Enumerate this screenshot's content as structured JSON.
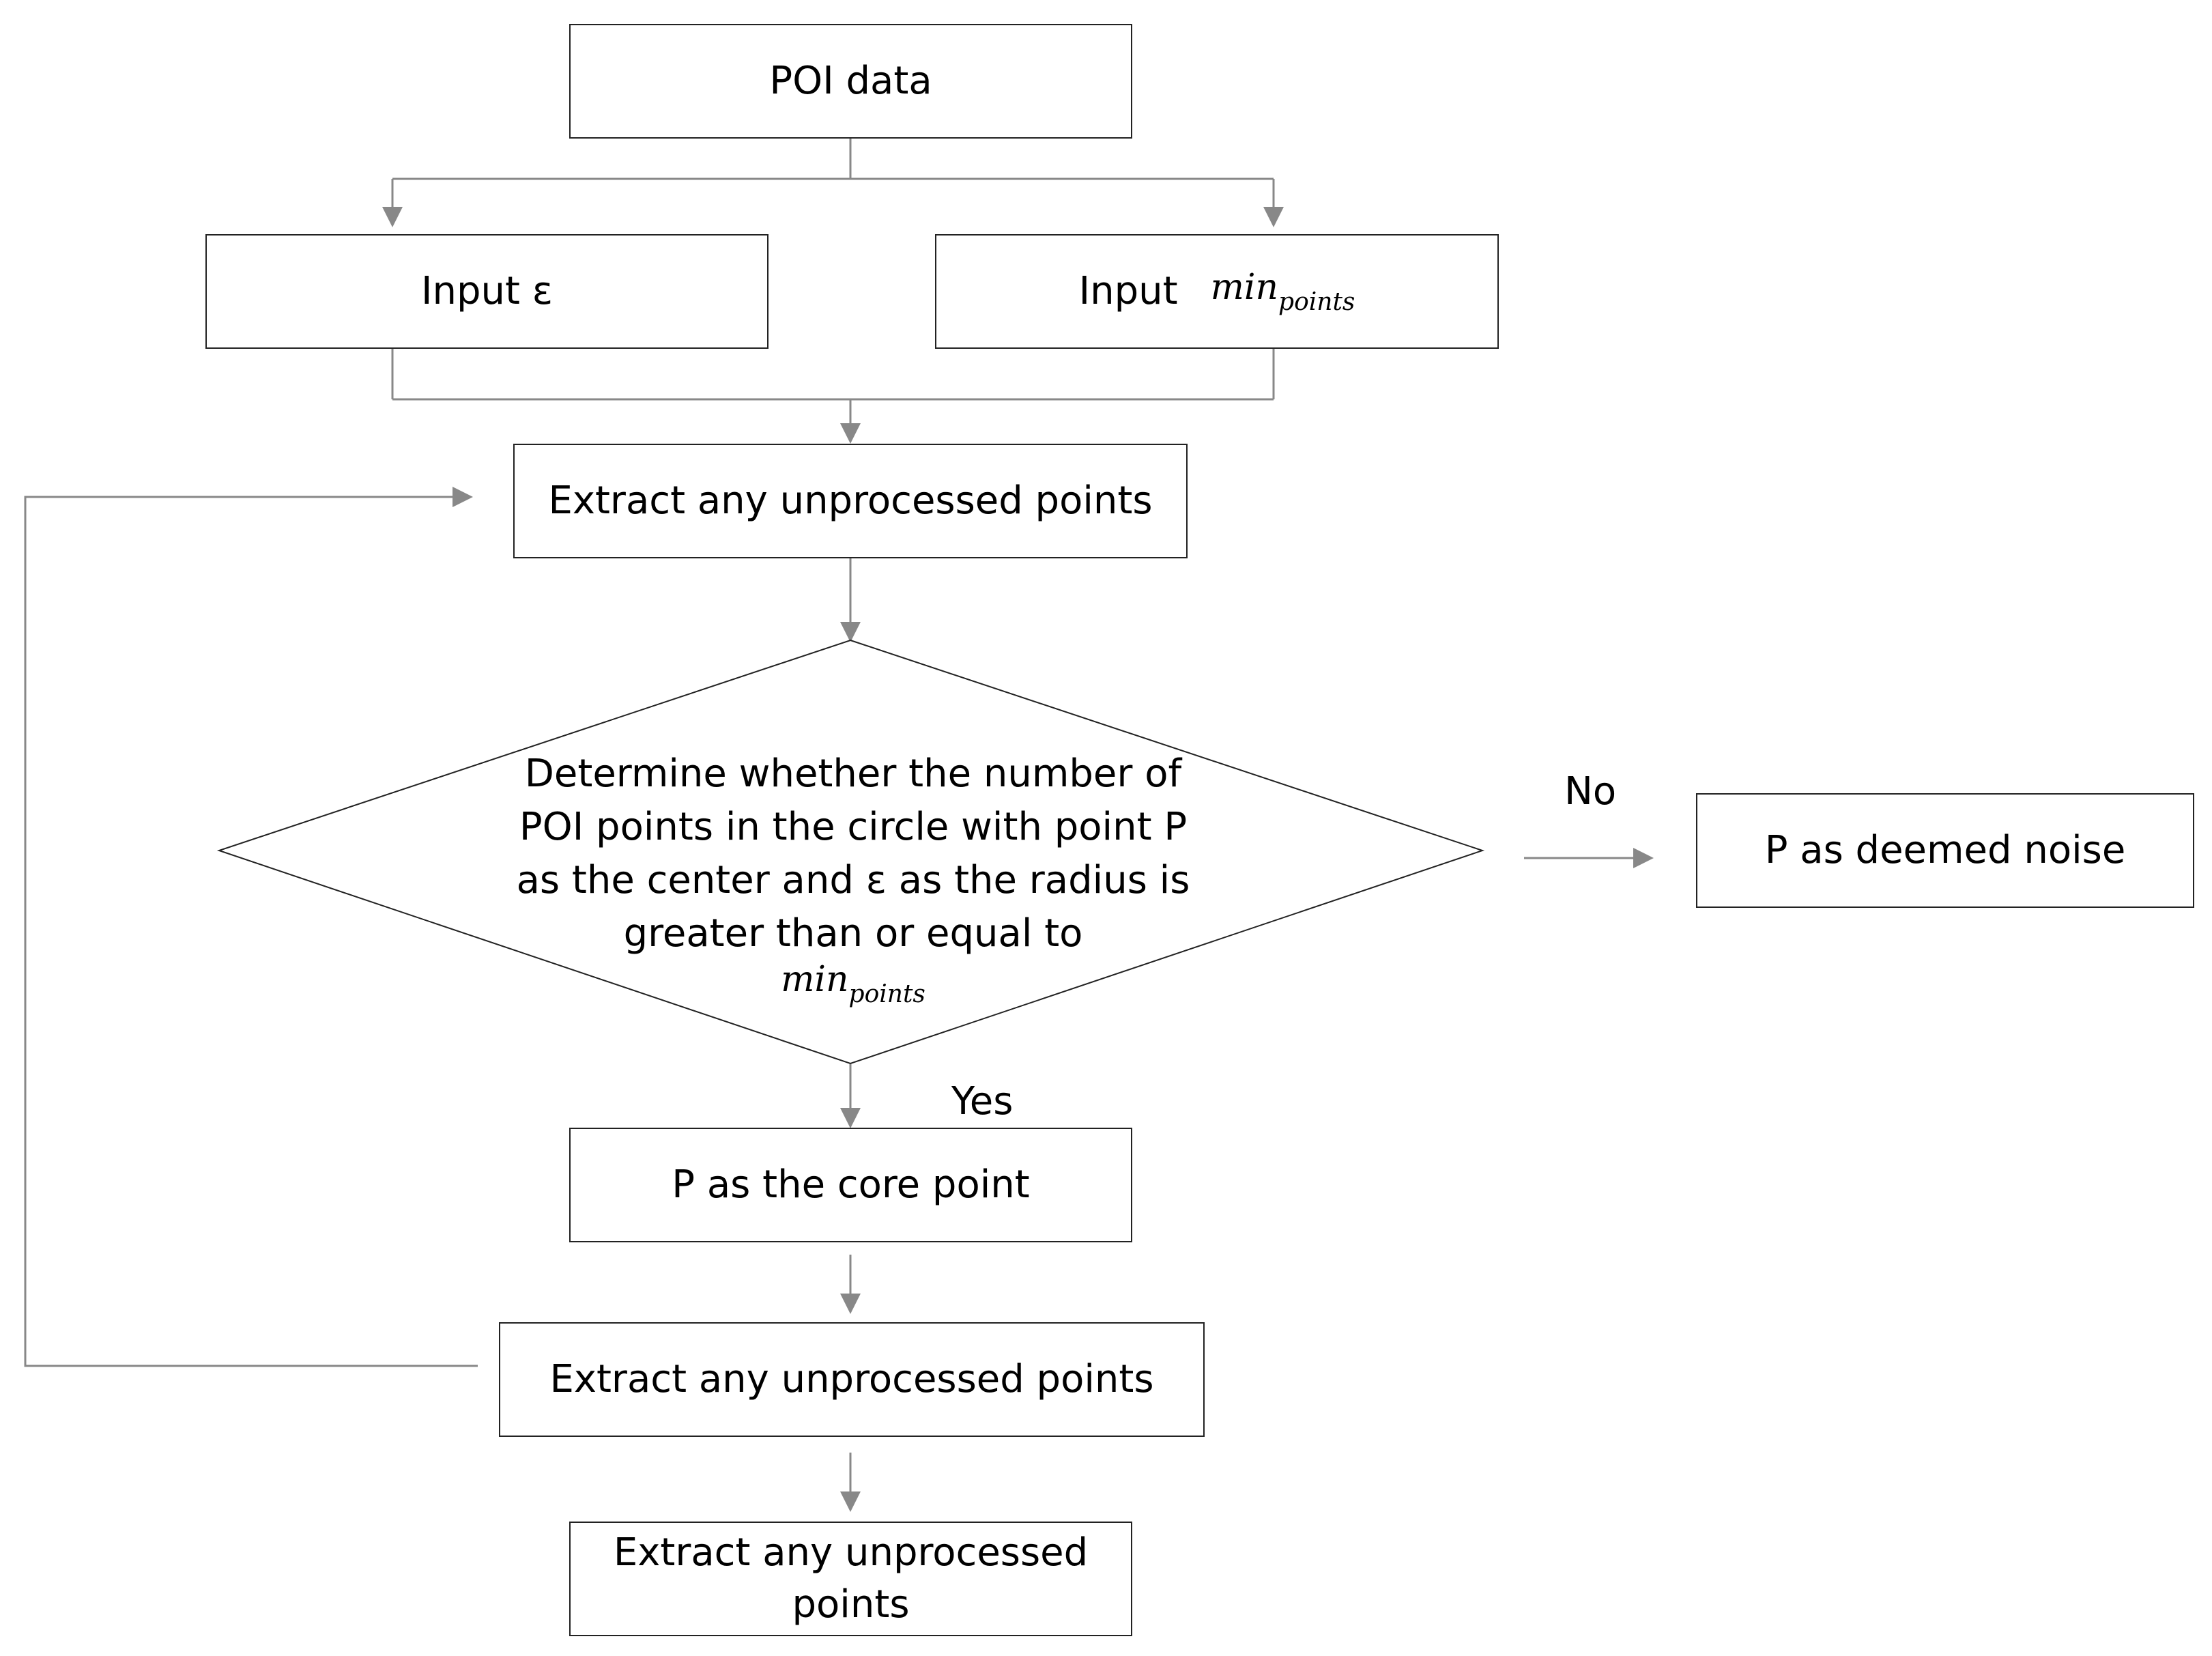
{
  "nodes": {
    "poi_data": "POI data",
    "input_epsilon": "Input ε",
    "input_min_points_prefix": "Input",
    "min_points_base": "min",
    "min_points_sub": "points",
    "extract_1": "Extract any unprocessed points",
    "decision_text": "Determine whether the number of POI points in the circle with point P as the center and ε as the radius is greater than or equal to",
    "noise": "P as deemed noise",
    "core_point": "P as the core point",
    "extract_2": "Extract any unprocessed points",
    "extract_3": "Extract any unprocessed points"
  },
  "edge_labels": {
    "no": "No",
    "yes": "Yes"
  },
  "colors": {
    "box_border": "#222222",
    "connector": "#888888",
    "text": "#000000"
  }
}
